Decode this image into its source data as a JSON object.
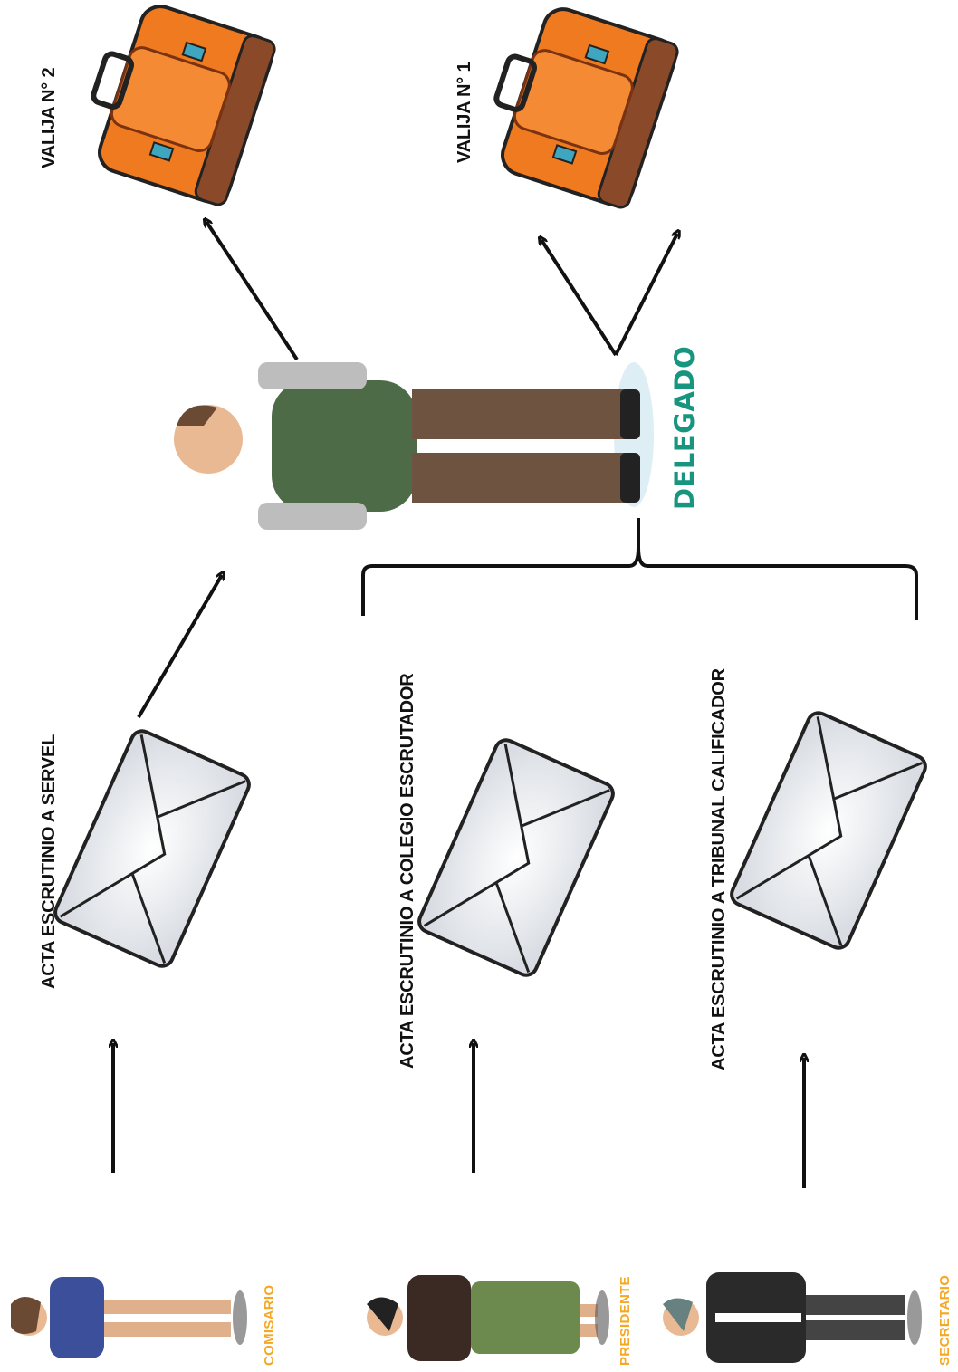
{
  "labels": {
    "acta_servel": "ACTA ESCRUTINIO A SERVEL",
    "acta_colegio": "ACTA ESCRUTINIO A COLEGIO ESCRUTADOR",
    "acta_tribunal": "ACTA ESCRUTINIO A TRIBUNAL CALIFICADOR",
    "valija_2": "VALIJA  N° 2",
    "valija_1": "VALIJA  N° 1",
    "delegado": "DELEGADO",
    "comisario": "COMISARIO",
    "presidente": "PRESIDENTE",
    "secretario": "SECRETARIO"
  },
  "icons": {
    "suitcase": "suitcase-icon",
    "envelope": "envelope-icon",
    "person": "person-icon",
    "arrow": "arrow"
  },
  "colors": {
    "suitcase": "#f07a20",
    "suitcase_dark": "#b84e12",
    "delegado": "#17957f",
    "roles": "#f4a825",
    "envelope_outline": "#222222"
  }
}
